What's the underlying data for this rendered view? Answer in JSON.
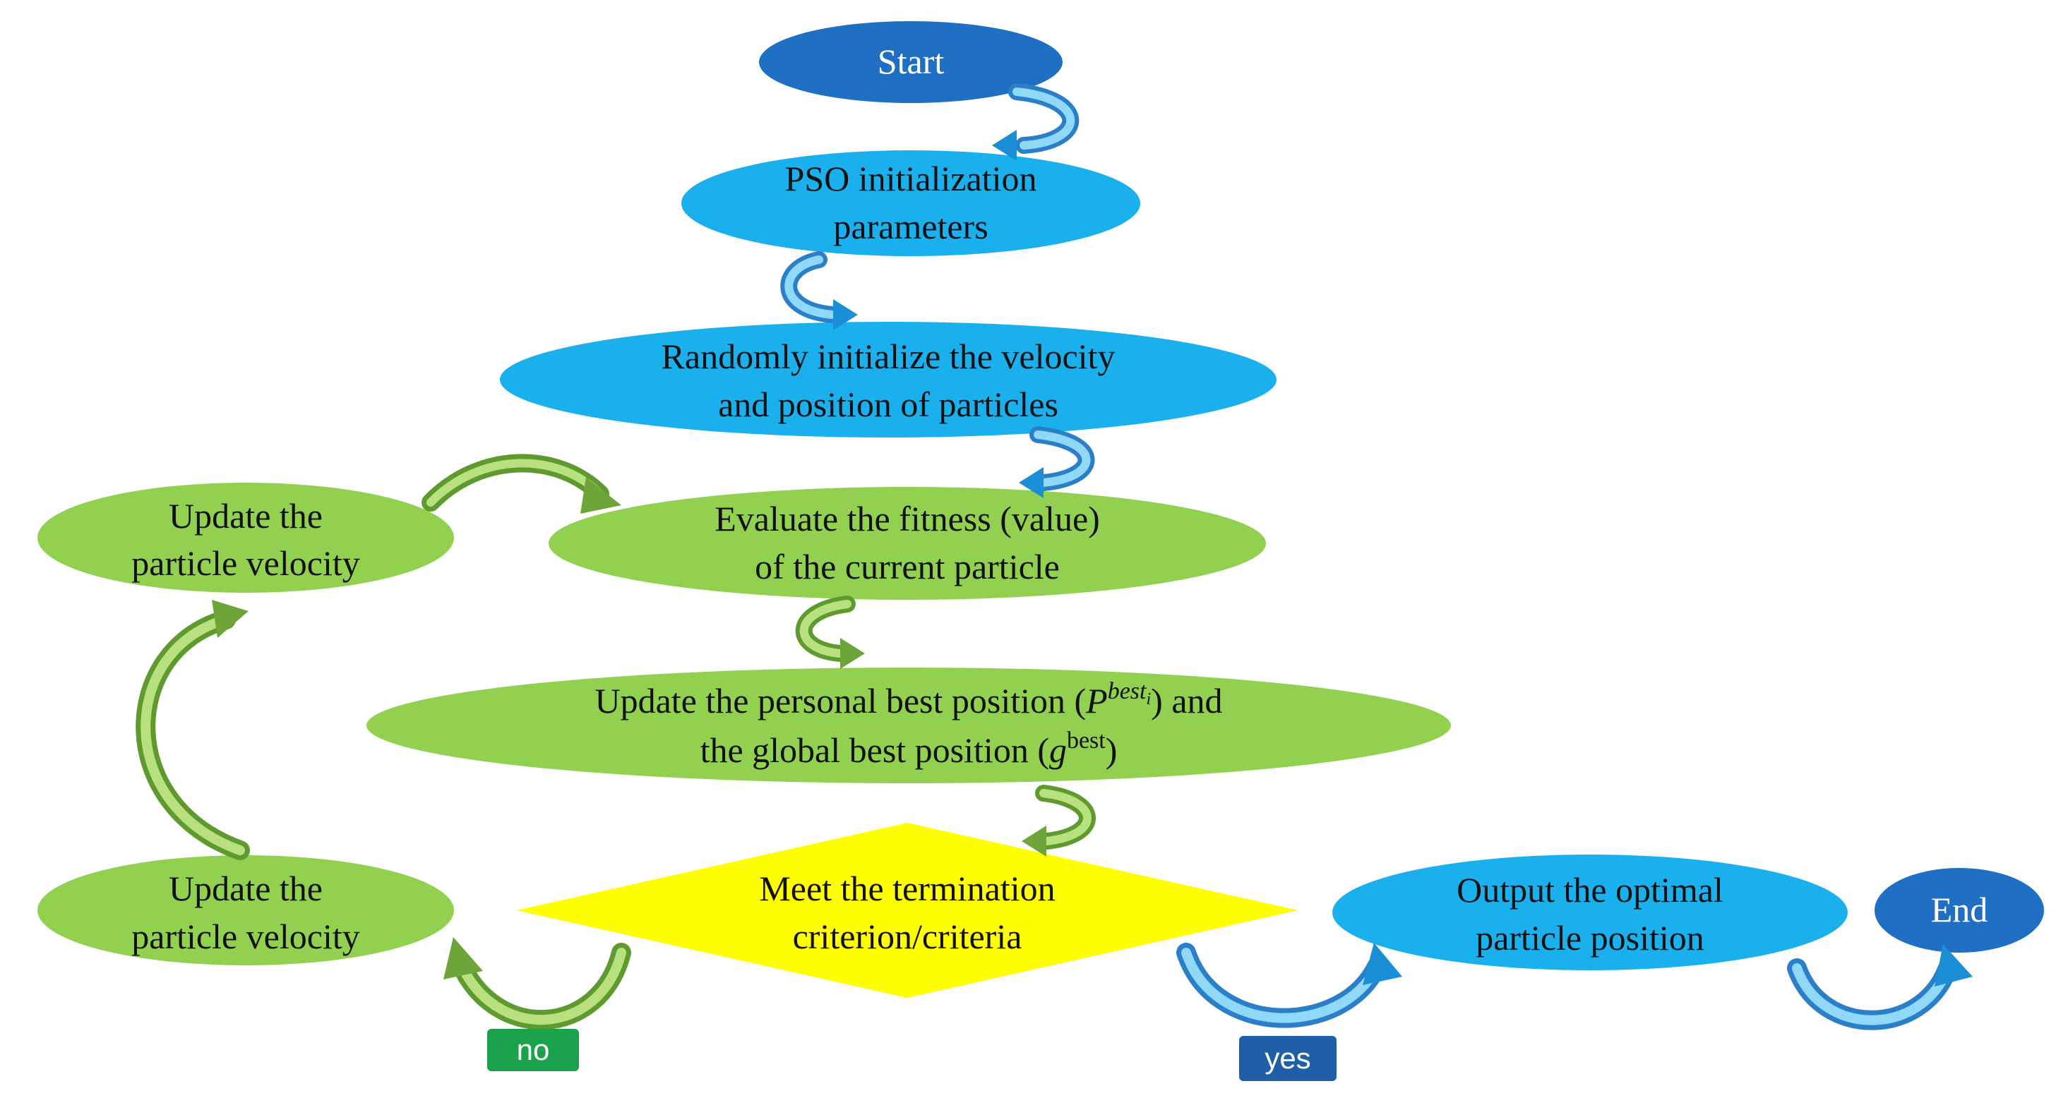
{
  "colors": {
    "dark_blue": "#1f6fc4",
    "light_blue": "#1ab0ee",
    "green": "#92d050",
    "yellow": "#ffff00",
    "no_badge": "#1aa34a",
    "yes_badge": "#1f5fa8"
  },
  "nodes": {
    "start": "Start",
    "pso_init": [
      "PSO initialization",
      "parameters"
    ],
    "random_init": [
      "Randomly initialize the velocity",
      "and position of particles"
    ],
    "evaluate": [
      "Evaluate the fitness (value)",
      "of the current particle"
    ],
    "update_best": {
      "line1_a": "Update the personal best position (",
      "line1_sym": "P",
      "line1_sup": "best",
      "line1_sub": "i",
      "line1_b": ") and",
      "line2_a": "the global best position (",
      "line2_sym": "g",
      "line2_sup": "best",
      "line2_b": ")"
    },
    "update_velocity_top": [
      "Update the",
      "particle velocity"
    ],
    "update_velocity_bottom": [
      "Update the",
      "particle velocity"
    ],
    "termination": [
      "Meet the termination",
      "criterion/criteria"
    ],
    "output": [
      "Output the optimal",
      "particle position"
    ],
    "end": "End"
  },
  "badges": {
    "no": "no",
    "yes": "yes"
  }
}
